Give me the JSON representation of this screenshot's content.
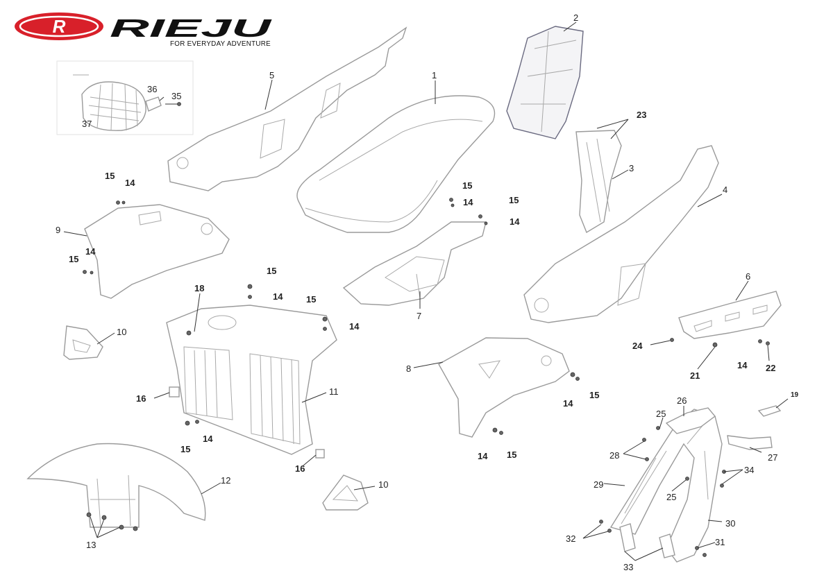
{
  "brand": {
    "logo_letter": "R",
    "name": "RIEJU",
    "tagline": "FOR EVERYDAY ADVENTURE",
    "colors": {
      "logo_red": "#d8202a",
      "text_dark": "#111111"
    }
  },
  "callouts": [
    {
      "id": "l1",
      "text": "1"
    },
    {
      "id": "l2",
      "text": "2"
    },
    {
      "id": "l3",
      "text": "3"
    },
    {
      "id": "l4",
      "text": "4"
    },
    {
      "id": "l5",
      "text": "5"
    },
    {
      "id": "l6",
      "text": "6"
    },
    {
      "id": "l7",
      "text": "7"
    },
    {
      "id": "l8",
      "text": "8"
    },
    {
      "id": "l9",
      "text": "9"
    },
    {
      "id": "l10a",
      "text": "10"
    },
    {
      "id": "l10b",
      "text": "10"
    },
    {
      "id": "l11",
      "text": "11"
    },
    {
      "id": "l12",
      "text": "12"
    },
    {
      "id": "l13",
      "text": "13"
    },
    {
      "id": "l14a",
      "text": "14"
    },
    {
      "id": "l14b",
      "text": "14"
    },
    {
      "id": "l14c",
      "text": "14"
    },
    {
      "id": "l14d",
      "text": "14"
    },
    {
      "id": "l14e",
      "text": "14"
    },
    {
      "id": "l14f",
      "text": "14"
    },
    {
      "id": "l14g",
      "text": "14"
    },
    {
      "id": "l14h",
      "text": "14"
    },
    {
      "id": "l14i",
      "text": "14"
    },
    {
      "id": "l14j",
      "text": "14"
    },
    {
      "id": "l15a",
      "text": "15"
    },
    {
      "id": "l15b",
      "text": "15"
    },
    {
      "id": "l15c",
      "text": "15"
    },
    {
      "id": "l15d",
      "text": "15"
    },
    {
      "id": "l15e",
      "text": "15"
    },
    {
      "id": "l15f",
      "text": "15"
    },
    {
      "id": "l15g",
      "text": "15"
    },
    {
      "id": "l15h",
      "text": "15"
    },
    {
      "id": "l15i",
      "text": "15"
    },
    {
      "id": "l16a",
      "text": "16"
    },
    {
      "id": "l16b",
      "text": "16"
    },
    {
      "id": "l18",
      "text": "18"
    },
    {
      "id": "l19",
      "text": "19"
    },
    {
      "id": "l21",
      "text": "21"
    },
    {
      "id": "l22",
      "text": "22"
    },
    {
      "id": "l23",
      "text": "23"
    },
    {
      "id": "l24",
      "text": "24"
    },
    {
      "id": "l25a",
      "text": "25"
    },
    {
      "id": "l25b",
      "text": "25"
    },
    {
      "id": "l26",
      "text": "26"
    },
    {
      "id": "l27",
      "text": "27"
    },
    {
      "id": "l28",
      "text": "28"
    },
    {
      "id": "l29",
      "text": "29"
    },
    {
      "id": "l30",
      "text": "30"
    },
    {
      "id": "l31",
      "text": "31"
    },
    {
      "id": "l32",
      "text": "32"
    },
    {
      "id": "l33",
      "text": "33"
    },
    {
      "id": "l34",
      "text": "34"
    },
    {
      "id": "l35",
      "text": "35"
    },
    {
      "id": "l36",
      "text": "36"
    },
    {
      "id": "l37",
      "text": "37"
    }
  ]
}
